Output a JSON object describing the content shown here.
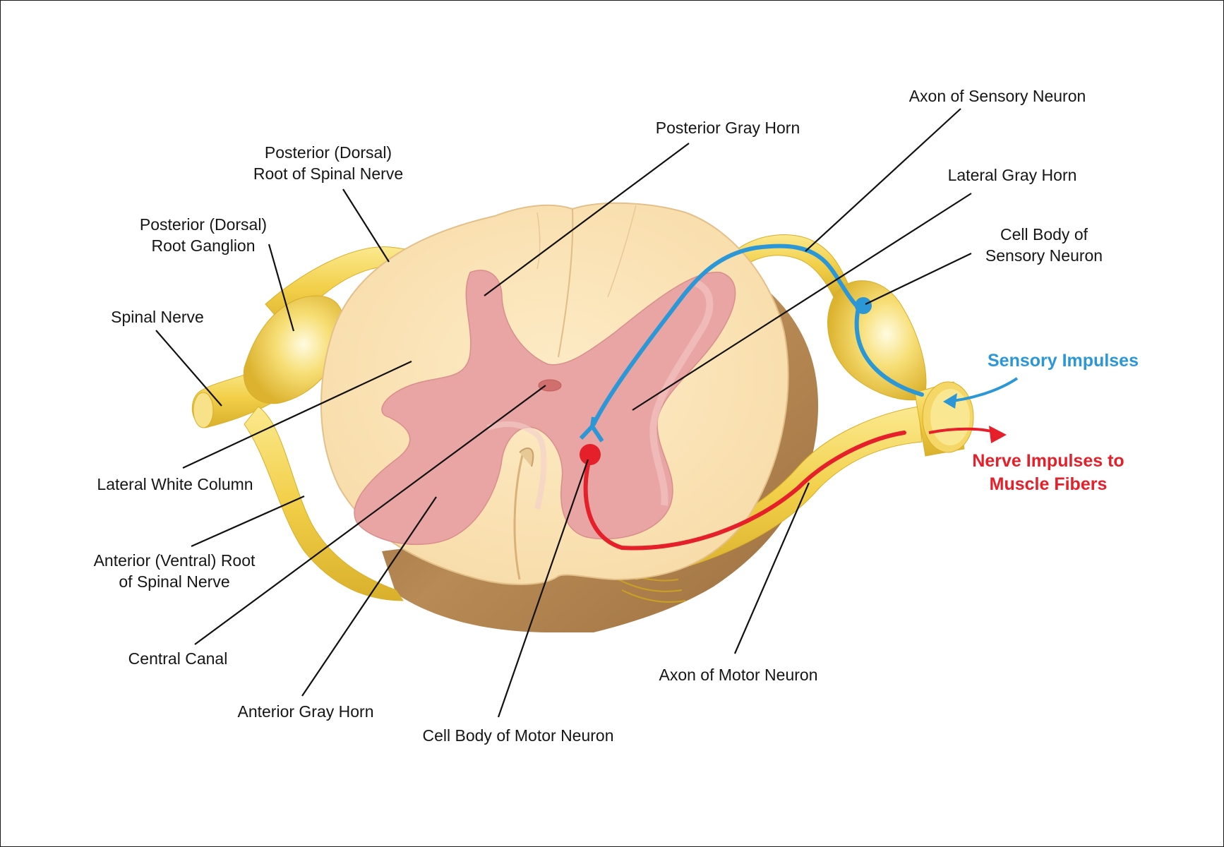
{
  "labels": {
    "posterior_gray_horn": "Posterior Gray Horn",
    "axon_sensory_neuron": "Axon of Sensory Neuron",
    "posterior_root_nerve": [
      "Posterior (Dorsal)",
      "Root of Spinal Nerve"
    ],
    "lateral_gray_horn": "Lateral Gray Horn",
    "posterior_root_ganglion": [
      "Posterior (Dorsal)",
      "Root Ganglion"
    ],
    "cell_body_sensory": [
      "Cell Body of",
      "Sensory Neuron"
    ],
    "spinal_nerve": "Spinal Nerve",
    "lateral_white_column": "Lateral White Column",
    "anterior_root_nerve": [
      "Anterior (Ventral) Root",
      "of Spinal Nerve"
    ],
    "central_canal": "Central Canal",
    "anterior_gray_horn": "Anterior Gray Horn",
    "cell_body_motor": "Cell Body of Motor Neuron",
    "axon_motor_neuron": "Axon of Motor Neuron"
  },
  "impulses": {
    "sensory": "Sensory Impulses",
    "motor": [
      "Nerve Impulses to",
      "Muscle Fibers"
    ]
  },
  "colors": {
    "sensory": "#2b97d6",
    "motor": "#e5202a",
    "white_matter": "#fbe3b4",
    "gray_matter": "#e8a5a3",
    "nerve": "#f3d35c",
    "cut_face": "#a67a4a"
  }
}
